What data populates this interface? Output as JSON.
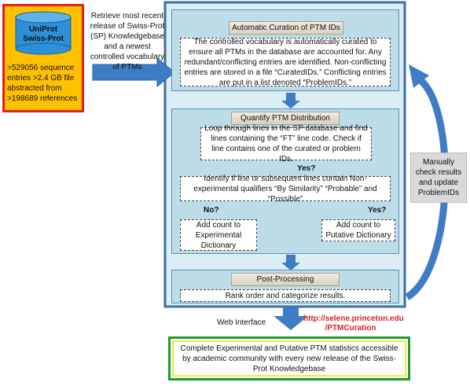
{
  "source": {
    "db_label_line1": "UniProt",
    "db_label_line2": "Swiss-Prot",
    "stats": ">529056 sequence entries >2.4 GB file abstracted from >198689 references"
  },
  "retrieve_text": "Retrieve most recent release of Swiss-Prot (SP) Knowledgebase and a newest controlled vocabulary of PTMs",
  "curation": {
    "title": "Automatic Curation of PTM IDs",
    "body": "The controlled vocabulary is automatically curated to ensure all PTMs in the database are accounted for. Any redundant/conflicting entries are identified. Non-conflicting entries are stored in a file “CuratedIDs.” Conflicting entries are put in a list denoted “ProblemIDs.”"
  },
  "quantify": {
    "title": "Quantify PTM Distribution",
    "loop_text": "Loop through lines in the SP database and find lines containing the “FT” line code. Check if line contains one of the curated or problem IDs.",
    "yes1": "Yes?",
    "identify_text": "Identify if line or subsequent lines contain Non-experimental qualifiers “By Similarity” “Probable” and “Possible”",
    "no_label": "No?",
    "yes2": "Yes?",
    "experimental_text": "Add count to Experimental Dictionary",
    "putative_text": "Add count to Putative Dictionary"
  },
  "postprocessing": {
    "title": "Post-Processing",
    "body": "Rank order and categorize results."
  },
  "manual_text": "Manually check results and update ProblemIDs",
  "web_interface_label": "Web Interface",
  "url": "http://selene.princeton.edu /PTMCuration",
  "final_text": "Complete Experimental and Putative PTM statistics accessible by academic community with every new release of the Swiss-Prot Knowledgebase",
  "colors": {
    "source_fill": "#ffc000",
    "source_border": "#e02020",
    "db_blue": "#2e8fd6",
    "panel_fill": "#bcdde8",
    "arrow_blue": "#3f7cc6",
    "arrow_green": "#2ea84a",
    "url_red": "#e02020",
    "final_border": "#1f9a3a",
    "final_inner": "#f2ee30"
  }
}
